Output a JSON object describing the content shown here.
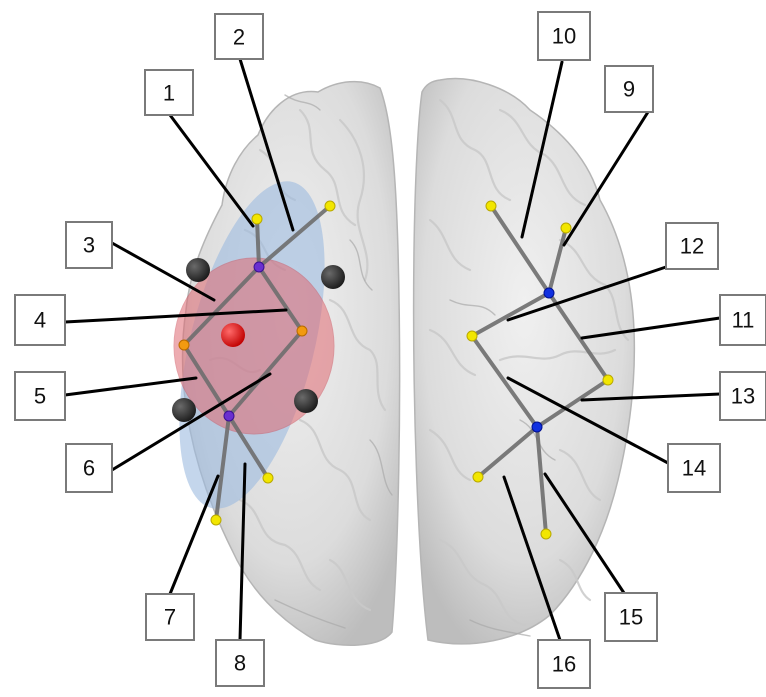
{
  "figure": {
    "callout_labels": [
      "1",
      "2",
      "3",
      "4",
      "5",
      "6",
      "7",
      "8",
      "9",
      "10",
      "11",
      "12",
      "13",
      "14",
      "15",
      "16"
    ]
  },
  "colors": {
    "background": "#ffffff",
    "brain_surface": "#d9d9d9",
    "blue_region": "#9dbbe0",
    "red_region": "#e06a72",
    "red_center_node": "#e01010",
    "yellow_node": "#f2e600",
    "orange_node": "#f29a10",
    "purple_node": "#6a2fd0",
    "blue_node": "#1030e0",
    "dark_electrode": "#2a2a2a",
    "edge": "#6e6e6e",
    "callout_border": "#7a7a7a"
  },
  "nodes_legend": {
    "yellow": "yellow-node",
    "orange": "orange-node",
    "purple": "purple-node",
    "blue": "blue-node",
    "red": "red-center-node",
    "dark": "electrode"
  }
}
